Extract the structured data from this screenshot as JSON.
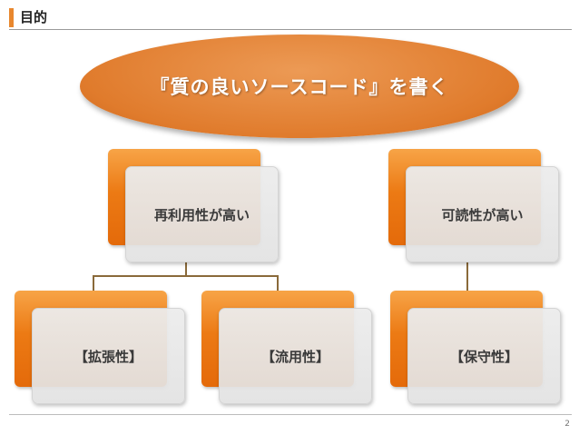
{
  "header": {
    "title": "目的"
  },
  "goal": {
    "text": "『質の良いソースコード』を書く"
  },
  "nodes": {
    "reusability": "再利用性が高い",
    "readability": "可読性が高い",
    "extensibility": "【拡張性】",
    "fluidity": "【流用性】",
    "maintainability": "【保守性】"
  },
  "footer": {
    "page_number": "2"
  },
  "colors": {
    "accent": "#e8872e",
    "box_orange": "#ec7a14",
    "box_gray": "#e6e6e6"
  }
}
